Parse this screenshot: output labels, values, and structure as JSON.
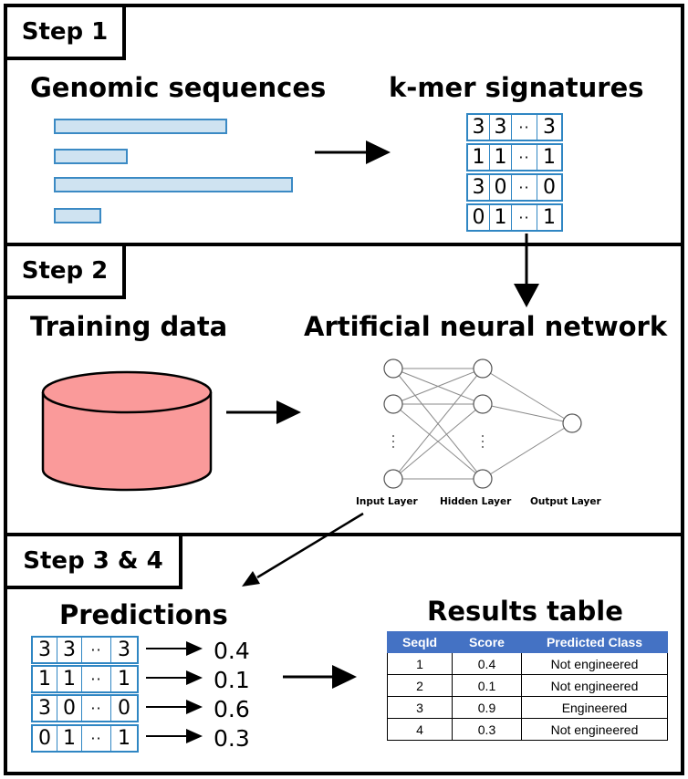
{
  "steps": {
    "step1": {
      "tab_label": "Step 1",
      "left_heading": "Genomic sequences",
      "right_heading": "k-mer signatures"
    },
    "step2": {
      "tab_label": "Step 2",
      "left_heading": "Training data",
      "right_heading": "Artificial neural network",
      "layers": {
        "input": "Input Layer",
        "hidden": "Hidden Layer",
        "output": "Output Layer"
      }
    },
    "step3": {
      "tab_label": "Step 3 & 4",
      "left_heading": "Predictions",
      "right_heading": "Results table"
    }
  },
  "kmer_signatures": [
    [
      "3",
      "3",
      "··",
      "3"
    ],
    [
      "1",
      "1",
      "··",
      "1"
    ],
    [
      "3",
      "0",
      "··",
      "0"
    ],
    [
      "0",
      "1",
      "··",
      "1"
    ]
  ],
  "predictions": {
    "scores": [
      "0.4",
      "0.1",
      "0.6",
      "0.3"
    ]
  },
  "results_table": {
    "headers": [
      "SeqId",
      "Score",
      "Predicted Class"
    ],
    "rows": [
      [
        "1",
        "0.4",
        "Not engineered"
      ],
      [
        "2",
        "0.1",
        "Not engineered"
      ],
      [
        "3",
        "0.9",
        "Engineered"
      ],
      [
        "4",
        "0.3",
        "Not engineered"
      ]
    ]
  },
  "colors": {
    "sequence_fill": "#cfe3f1",
    "sequence_border": "#3b8ac4",
    "kmer_border": "#2f86c3",
    "database_fill": "#fa9a9a",
    "table_header": "#4472c4"
  }
}
